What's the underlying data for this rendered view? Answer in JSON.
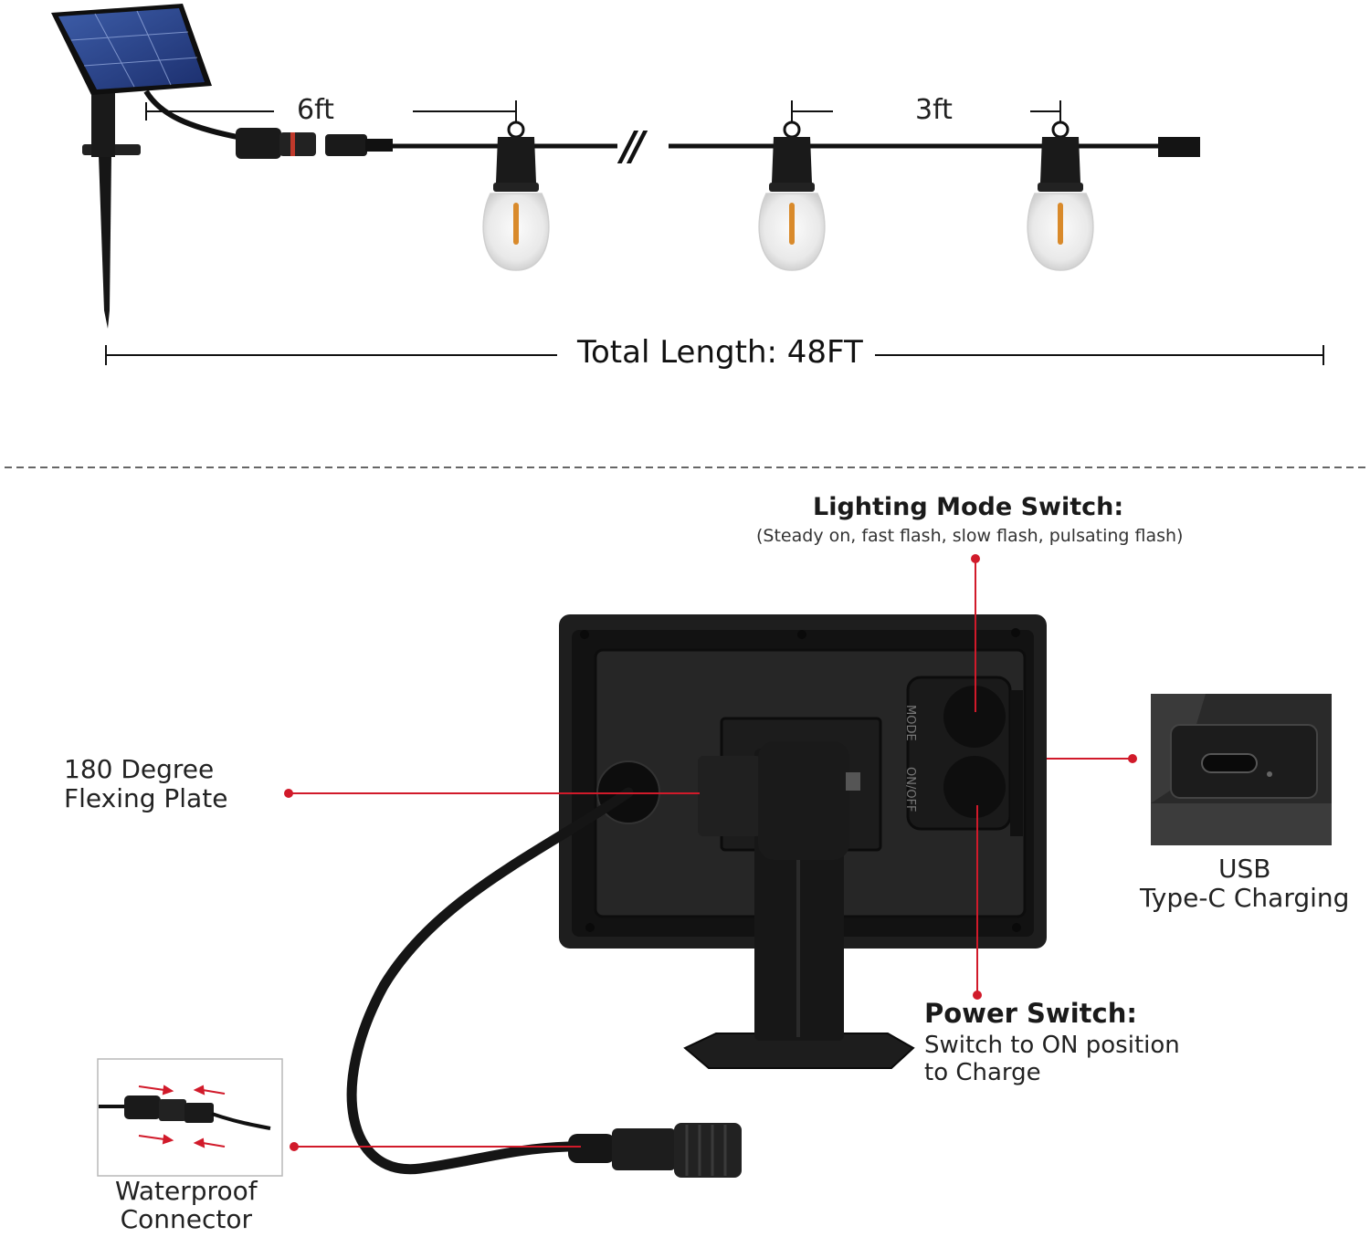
{
  "top_section": {
    "lead_cable_label": "6ft",
    "bulb_spacing_label": "3ft",
    "break_mark": "//",
    "total_length_label": "Total Length: 48FT"
  },
  "callouts": {
    "lighting_mode": {
      "title": "Lighting Mode Switch:",
      "subtitle": "(Steady on, fast flash, slow flash, pulsating flash)"
    },
    "flexing_plate": {
      "line1": "180 Degree",
      "line2": "Flexing Plate"
    },
    "usb": {
      "line1": "USB",
      "line2": "Type-C Charging"
    },
    "power_switch": {
      "title": "Power Switch:",
      "line1": "Switch to ON position",
      "line2": "to Charge"
    },
    "waterproof_connector": {
      "line1": "Waterproof",
      "line2": "Connector"
    }
  },
  "panel_labels": {
    "mode_button": "MODE",
    "onoff_button": "ON/OFF"
  },
  "colors": {
    "callout_red": "#d11a2a",
    "product_black": "#1b1b1b"
  }
}
